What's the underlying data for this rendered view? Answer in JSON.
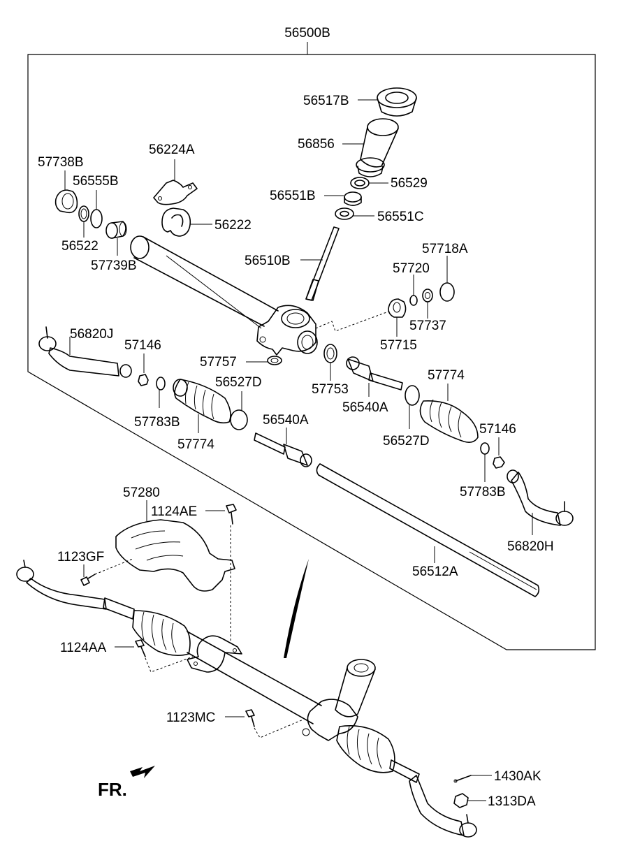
{
  "labels": {
    "assembly": "56500B",
    "p56517B": "56517B",
    "p56856": "56856",
    "p56224A": "56224A",
    "p57738B": "57738B",
    "p56555B": "56555B",
    "p56529": "56529",
    "p56551B": "56551B",
    "p56551C": "56551C",
    "p56222": "56222",
    "p56522": "56522",
    "p57739B": "57739B",
    "p56510B": "56510B",
    "p57718A": "57718A",
    "p57720": "57720",
    "p57737": "57737",
    "p57715": "57715",
    "p56820J": "56820J",
    "p57146a": "57146",
    "p57757": "57757",
    "p56527Da": "56527D",
    "p57753": "57753",
    "p56540Aa": "56540A",
    "p57774a": "57774",
    "p57783Ba": "57783B",
    "p57774b": "57774",
    "p56540Ab": "56540A",
    "p56527Db": "56527D",
    "p57146b": "57146",
    "p57783Bb": "57783B",
    "p56820H": "56820H",
    "p57280": "57280",
    "p1124AE": "1124AE",
    "p1123GF": "1123GF",
    "p56512A": "56512A",
    "p1124AA": "1124AA",
    "p1123MC": "1123MC",
    "p1430AK": "1430AK",
    "p1313DA": "1313DA",
    "front": "FR."
  }
}
